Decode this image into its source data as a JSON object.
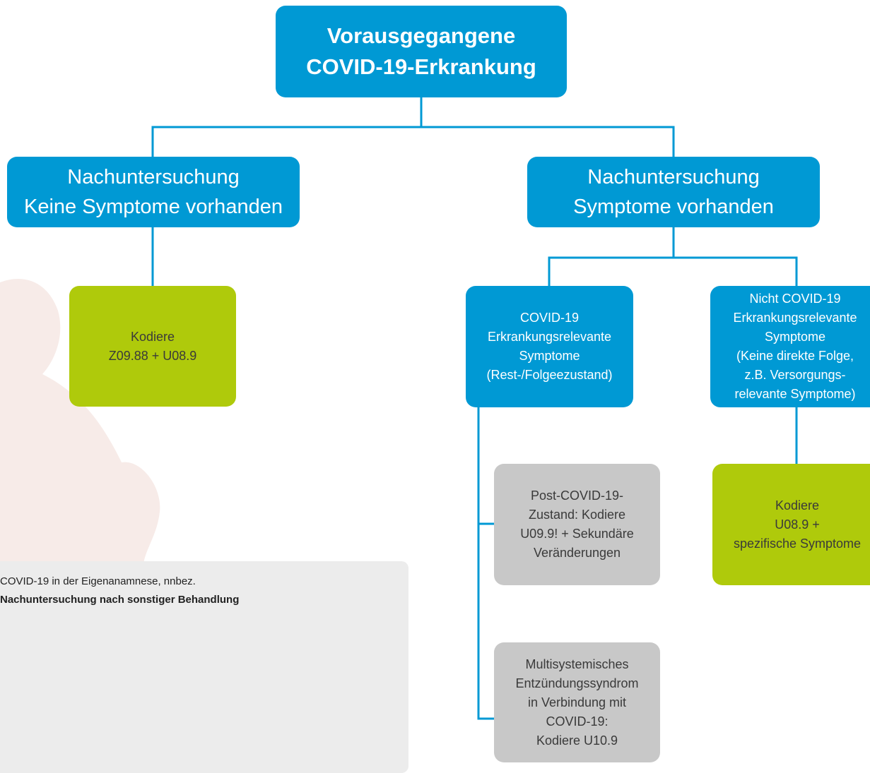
{
  "root": {
    "lines": [
      "Vorausgegangene",
      "COVID-19-Erkrankung"
    ]
  },
  "left_branch": {
    "title": [
      "Nachuntersuchung",
      "Keine Symptome vorhanden"
    ],
    "result": [
      "Kodiere",
      "Z09.88 + U08.9"
    ]
  },
  "right_branch": {
    "title": [
      "Nachuntersuchung",
      "Symptome vorhanden"
    ],
    "relevant": [
      "COVID-19",
      "Erkrankungsrelevante",
      "Symptome",
      "(Rest-/Folgeezustand)"
    ],
    "not_relevant": [
      "Nicht COVID-19",
      "Erkrankungsrelevante",
      "Symptome",
      "(Keine direkte Folge,",
      "z.B. Versorgungs-",
      "relevante Symptome)"
    ],
    "not_relevant_result": [
      "Kodiere",
      "U08.9 +",
      "spezifische Symptome"
    ],
    "post_covid": [
      "Post-COVID-19-",
      "Zustand: Kodiere",
      "U09.9! + Sekundäre",
      "Veränderungen"
    ],
    "multisystem": [
      "Multisystemisches",
      "Entzündungssyndrom",
      "in Verbindung mit",
      "COVID-19:",
      "Kodiere U10.9"
    ]
  },
  "legend": {
    "line1": "COVID-19 in der Eigenanamnese, nnbez.",
    "line2": "Nachuntersuchung nach sonstiger Behandlung"
  },
  "colors": {
    "blue": "#0099d4",
    "green": "#afca0b",
    "gray": "#c8c8c8",
    "connector": "#0099d4",
    "virus_watermark": "#f7ebe8"
  }
}
